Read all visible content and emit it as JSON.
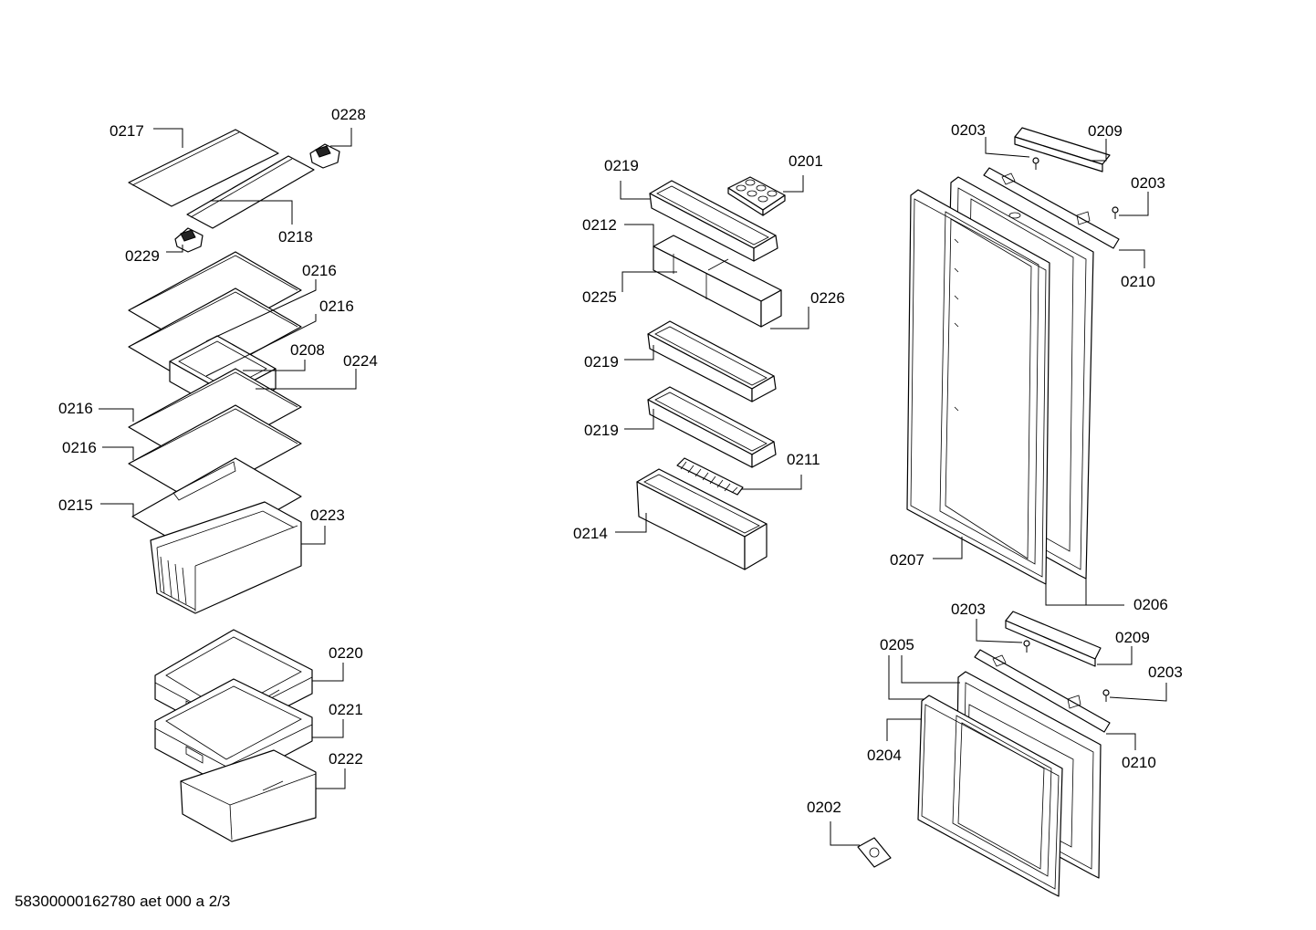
{
  "footer": "58300000162780 aet 000 a 2/3",
  "callouts": {
    "c0217": "0217",
    "c0228": "0228",
    "c0218": "0218",
    "c0229": "0229",
    "c0216a": "0216",
    "c0216b": "0216",
    "c0208": "0208",
    "c0224": "0224",
    "c0216c": "0216",
    "c0216d": "0216",
    "c0215": "0215",
    "c0223": "0223",
    "c0220": "0220",
    "c0221": "0221",
    "c0222": "0222",
    "c0219a": "0219",
    "c0201": "0201",
    "c0212": "0212",
    "c0225": "0225",
    "c0226": "0226",
    "c0219b": "0219",
    "c0219c": "0219",
    "c0211": "0211",
    "c0214": "0214",
    "c0203a": "0203",
    "c0209a": "0209",
    "c0203b": "0203",
    "c0210a": "0210",
    "c0207": "0207",
    "c0206": "0206",
    "c0203c": "0203",
    "c0209b": "0209",
    "c0205": "0205",
    "c0203d": "0203",
    "c0204": "0204",
    "c0210b": "0210",
    "c0202": "0202"
  }
}
